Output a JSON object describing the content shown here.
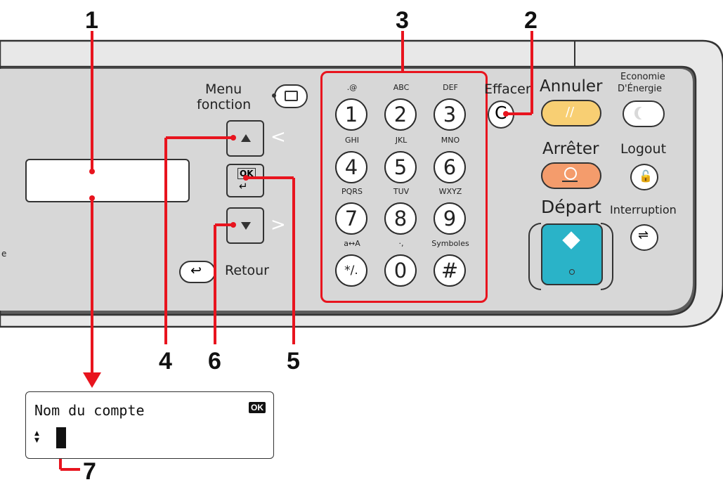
{
  "callouts": {
    "c1": "1",
    "c2": "2",
    "c3": "3",
    "c4": "4",
    "c5": "5",
    "c6": "6",
    "c7": "7"
  },
  "panel": {
    "menu_label_line1": "Menu",
    "menu_label_line2": "fonction",
    "back_label": "Retour",
    "up_arrow": "<",
    "down_arrow": ">",
    "ok_key": "OK",
    "clear_label": "Effacer",
    "cancel_label": "Annuler",
    "energy_label_line1": "Economie",
    "energy_label_line2": "D'Énergie",
    "stop_label": "Arrêter",
    "logout_label": "Logout",
    "start_label": "Départ",
    "interrupt_label": "Interruption",
    "left_edge_char": "e"
  },
  "keypad": [
    {
      "digit": "1",
      "letters": ".@"
    },
    {
      "digit": "2",
      "letters": "ABC"
    },
    {
      "digit": "3",
      "letters": "DEF"
    },
    {
      "digit": "4",
      "letters": "GHI"
    },
    {
      "digit": "5",
      "letters": "JKL"
    },
    {
      "digit": "6",
      "letters": "MNO"
    },
    {
      "digit": "7",
      "letters": "PQRS"
    },
    {
      "digit": "8",
      "letters": "TUV"
    },
    {
      "digit": "9",
      "letters": "WXYZ"
    },
    {
      "digit": "*/.",
      "letters": "a↔A"
    },
    {
      "digit": "0",
      "letters": "·,"
    },
    {
      "digit": "#",
      "letters": "Symboles"
    }
  ],
  "display": {
    "title": "Nom du compte",
    "ok_badge": "OK",
    "arrows": "▲▼"
  },
  "colors": {
    "panel_gray": "#c8c8c8",
    "panel_dark": "#5a5a5a",
    "callout_red": "#e8141e",
    "cancel_yellow": "#f8cf73",
    "stop_orange": "#f49c6c",
    "start_cyan": "#2ab3c8"
  }
}
